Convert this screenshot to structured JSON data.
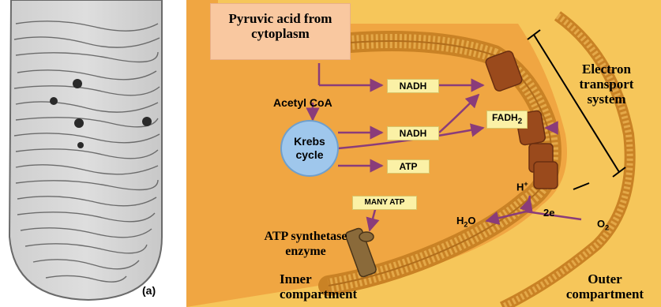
{
  "panel_a": {
    "label": "(a)"
  },
  "diagram": {
    "pyruvic_source": "Pyruvic acid from cytoplasm",
    "acetyl_coa": "Acetyl CoA",
    "krebs_cycle": "Krebs cycle",
    "nadh_1": "NADH",
    "nadh_2": "NADH",
    "atp": "ATP",
    "fadh2": "FADH",
    "fadh2_subscript": "2",
    "many_atp": "MANY ATP",
    "electron_transport": "Electron transport system",
    "h_plus": "H",
    "h_plus_sup": "+",
    "electrons": "2e",
    "water": "H",
    "water_sub": "2",
    "water_o": "O",
    "oxygen": "O",
    "oxygen_sub": "2",
    "atp_synthetase": "ATP synthetase enzyme",
    "inner_compartment": "Inner compartment",
    "outer_compartment": "Outer compartment"
  },
  "colors": {
    "inner_fill": "#f2b24a",
    "outer_fill": "#f6c65a",
    "membrane": "#d68f2c",
    "arrow": "#8a3c7a",
    "protein": "#9a4a1c",
    "badge": "#fbf1a6",
    "krebs": "#9fc7ec",
    "pyruvic_box": "#f9c8a0"
  }
}
